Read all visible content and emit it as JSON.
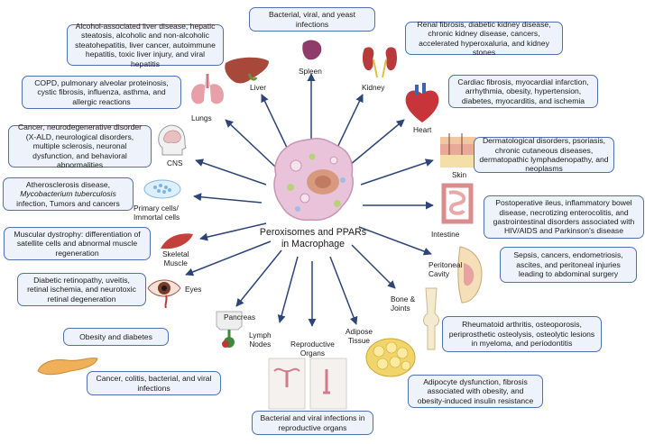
{
  "center": {
    "title_line1": "Peroxisomes and PPARs",
    "title_line2": "in Macrophage"
  },
  "organs": {
    "spleen": "Spleen",
    "liver": "Liver",
    "kidney": "Kidney",
    "lungs": "Lungs",
    "heart": "Heart",
    "cns": "CNS",
    "skin": "Skin",
    "primary_line1": "Primary cells/",
    "primary_line2": "Immortal cells",
    "intestine": "Intestine",
    "skeletal_line1": "Skeletal",
    "skeletal_line2": "Muscle",
    "peritoneal_line1": "Peritoneal",
    "peritoneal_line2": "Cavity",
    "eyes": "Eyes",
    "bone_line1": "Bone &",
    "bone_line2": "Joints",
    "pancreas": "Pancreas",
    "lymph_line1": "Lymph",
    "lymph_line2": "Nodes",
    "repro_line1": "Reproductive",
    "repro_line2": "Organs",
    "adipose_line1": "Adipose",
    "adipose_line2": "Tissue"
  },
  "diseases": {
    "spleen": "Bacterial, viral, and yeast infections",
    "liver": "Alcohol-associated liver disease, hepatic steatosis, alcoholic and non-alcoholic steatohepatitis, liver cancer, autoimmune hepatitis, toxic liver injury, and viral hepatitis",
    "kidney": "Renal fibrosis, diabetic kidney disease, chronic kidney disease, cancers, accelerated hyperoxaluria, and kidney stones",
    "lungs": "COPD, pulmonary alveolar proteinosis, cystic fibrosis, influenza, asthma, and allergic reactions",
    "heart": "Cardiac fibrosis, myocardial infarction, arrhythmia, obesity, hypertension, diabetes, myocarditis, and ischemia",
    "cns": "Cancer, neurodegenerative disorder (X-ALD, neurological disorders, multiple sclerosis, neuronal dysfunction, and behavioral abnormalities",
    "skin": "Dermatological disorders, psoriasis, chronic cutaneous diseases, dermatopathic lymphadenopathy, and neoplasms",
    "primary_a": "Atherosclerosis disease,",
    "primary_b": "Mycobacterium tuberculosis",
    "primary_c": "infection, Tumors and cancers",
    "intestine": "Postoperative ileus, inflammatory bowel disease, necrotizing enterocolitis, and gastrointestinal disorders associated with HIV/AIDS and Parkinson's disease",
    "skeletal": "Muscular dystrophy: differentiation of satellite cells and abnormal muscle regeneration",
    "peritoneal": "Sepsis, cancers, endometriosis, ascites, and peritoneal injuries leading to abdominal surgery",
    "eyes": "Diabetic retinopathy, uveitis, retinal ischemia, and neurotoxic retinal degeneration",
    "bone": "Rheumatoid arthritis, osteoporosis, periprosthetic osteolysis, osteolytic lesions in myeloma, and periodontitis",
    "pancreas": "Obesity and diabetes",
    "lymph": "Cancer, colitis, bacterial, and viral infections",
    "adipose": "Adipocyte dysfunction, fibrosis associated with obesity, and obesity-induced insulin resistance",
    "repro": "Bacterial and viral infections in reproductive organs"
  },
  "colors": {
    "arrow": "#2e4577",
    "box_border": "#4f6fb3",
    "box_fill": "#eef3fb"
  }
}
